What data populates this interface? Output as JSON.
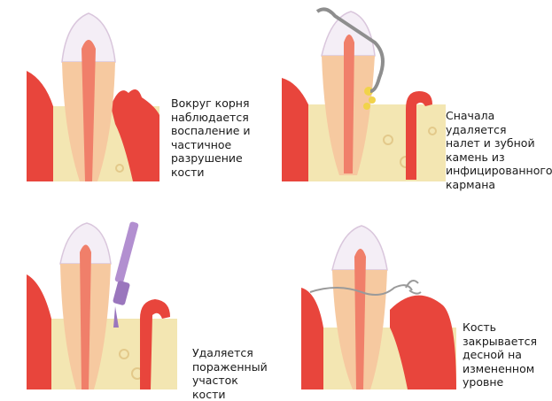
{
  "panels": [
    {
      "caption": "Вокруг корня\nнаблюдается\nвоспаление и\nчастичное\nразрушение\nкости"
    },
    {
      "caption": "Сначала удаляется\nналет и зубной\nкамень из\nинфицированного\nкармана"
    },
    {
      "caption": "Удаляется\nпораженный\nучасток кости"
    },
    {
      "caption": "Кость\nзакрывается\nдесной на\nизмененном\nуровне"
    }
  ],
  "colors": {
    "gum": "#e8453c",
    "gum_light": "#f29a8a",
    "bone": "#f3e6b2",
    "bone_pore": "#e3c98a",
    "dentin": "#f6c9a0",
    "enamel": "#f4eef6",
    "pulp": "#f07f6a",
    "instrument": "#b28fd0",
    "calculus": "#f1d34a"
  }
}
